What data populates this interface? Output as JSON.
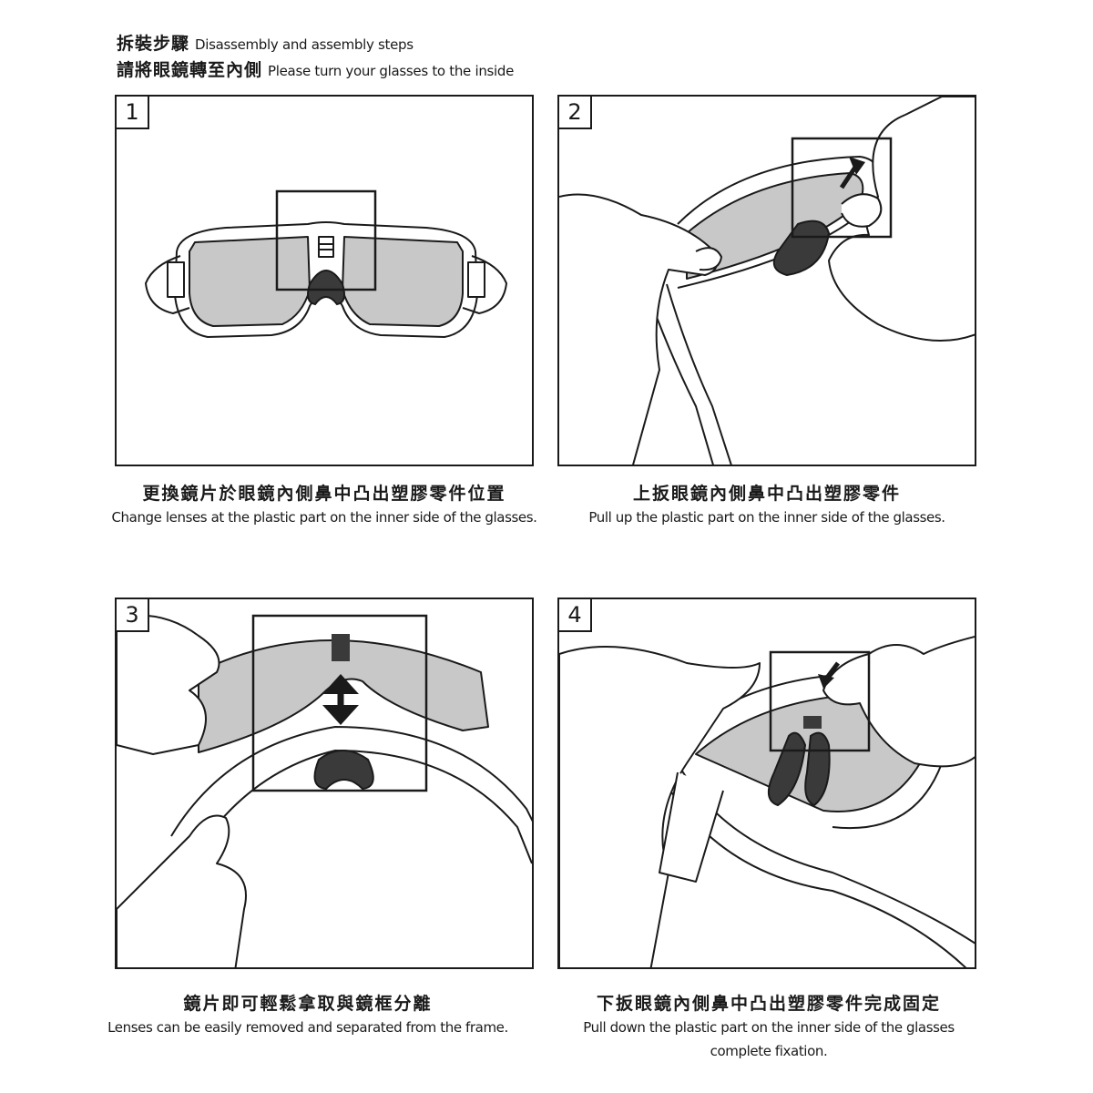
{
  "header": {
    "line1_zh": "拆裝步驟",
    "line1_en": "Disassembly and assembly steps",
    "line2_zh": "請將眼鏡轉至內側",
    "line2_en": "Please turn your glasses to the inside"
  },
  "steps": [
    {
      "number": "1",
      "caption_zh": "更換鏡片於眼鏡內側鼻中凸出塑膠零件位置",
      "caption_en": "Change lenses at the plastic part on the inner side of the glasses."
    },
    {
      "number": "2",
      "caption_zh": "上扳眼鏡內側鼻中凸出塑膠零件",
      "caption_en": "Pull up the plastic part on the inner side of the glasses."
    },
    {
      "number": "3",
      "caption_zh": "鏡片即可輕鬆拿取與鏡框分離",
      "caption_en": "Lenses can be easily removed and separated from the frame."
    },
    {
      "number": "4",
      "caption_zh": "下扳眼鏡內側鼻中凸出塑膠零件完成固定",
      "caption_en": "Pull down the plastic part on the inner side of the glasses",
      "caption_en_line2": "complete fixation."
    }
  ],
  "colors": {
    "line": "#1a1a1a",
    "lens": "#c8c8c8",
    "nosepad": "#3a3a3a",
    "background": "#ffffff"
  },
  "icons": [
    "arrow-up-icon",
    "double-arrow-icon",
    "arrow-down-icon"
  ]
}
